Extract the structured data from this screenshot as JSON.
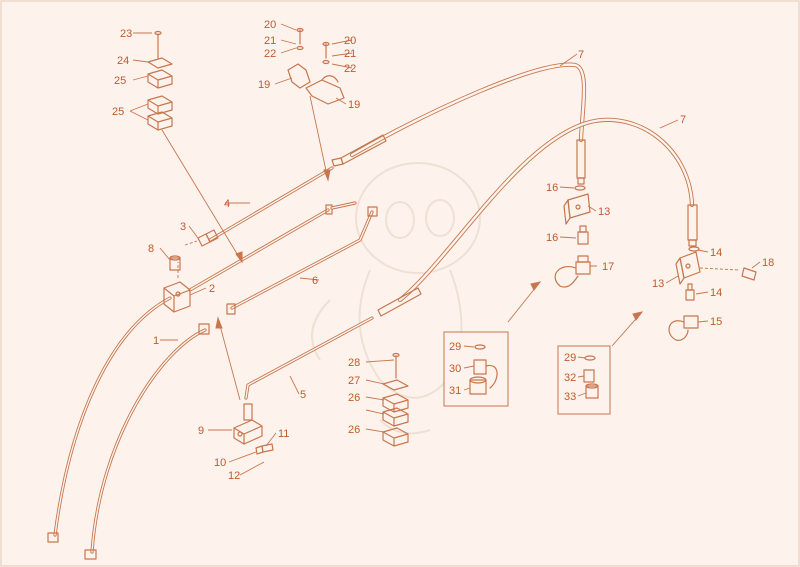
{
  "diagram": {
    "colors": {
      "line": "#c8764e",
      "label": "#c05a2e",
      "background": "#fdf3ec"
    },
    "labels": {
      "l1": "1",
      "l2": "2",
      "l3": "3",
      "l4": "4",
      "l5": "5",
      "l6": "6",
      "l7a": "7",
      "l7b": "7",
      "l8": "8",
      "l9": "9",
      "l10": "10",
      "l11": "11",
      "l12": "12",
      "l13a": "13",
      "l13b": "13",
      "l14a": "14",
      "l14b": "14",
      "l15": "15",
      "l16a": "16",
      "l16b": "16",
      "l17": "17",
      "l18": "18",
      "l19a": "19",
      "l19b": "19",
      "l20a": "20",
      "l20b": "20",
      "l21a": "21",
      "l21b": "21",
      "l22a": "22",
      "l22b": "22",
      "l23": "23",
      "l24": "24",
      "l25a": "25",
      "l25b": "25",
      "l26a": "26",
      "l26b": "26",
      "l27": "27",
      "l28": "28",
      "l29a": "29",
      "l29b": "29",
      "l30": "30",
      "l31": "31",
      "l32": "32",
      "l33": "33"
    }
  }
}
